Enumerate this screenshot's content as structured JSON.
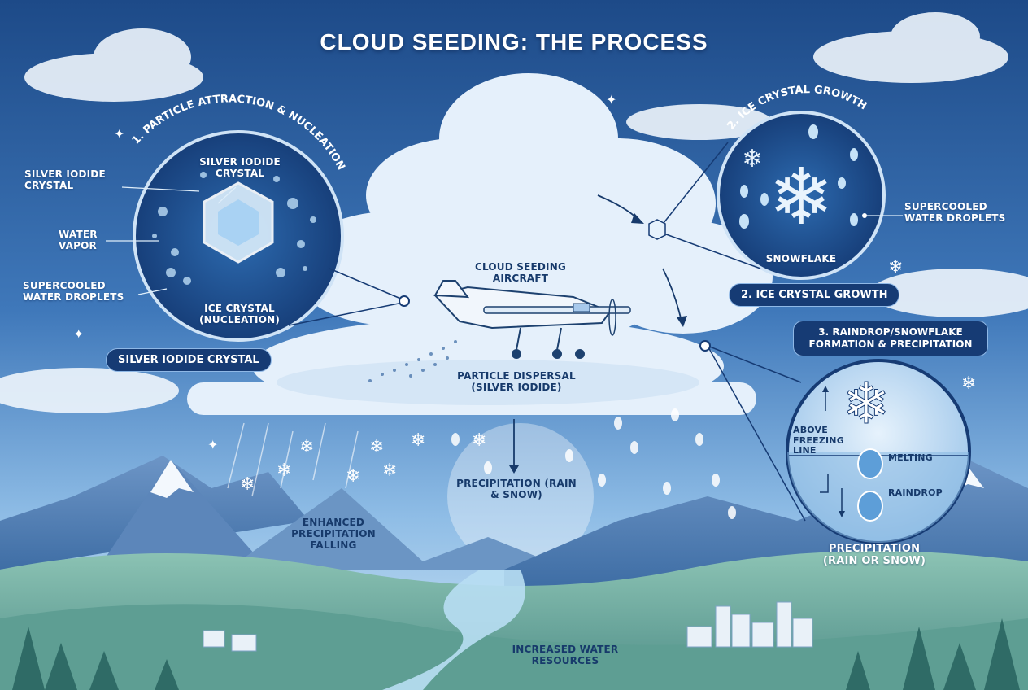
{
  "title": "CLOUD SEEDING: THE PROCESS",
  "step1": {
    "arc_title": "1. PARTICLE ATTRACTION & NUCLEATION",
    "silver_iodide_crystal_left": "SILVER IODIDE CRYSTAL",
    "silver_iodide_crystal_top": "SILVER IODIDE CRYSTAL",
    "water_vapor": "WATER VAPOR",
    "supercooled": "SUPERCOOLED WATER DROPLETS",
    "ice_crystal": "ICE CRYSTAL (NUCLEATION)",
    "badge": "SILVER IODIDE CRYSTAL"
  },
  "step2": {
    "arc_title": "2. ICE CRYSTAL GROWTH",
    "snowflake": "SNOWFLAKE",
    "supercooled": "SUPERCOOLED WATER DROPLETS",
    "badge": "2. ICE CRYSTAL GROWTH"
  },
  "step3": {
    "badge": "3. RAINDROP/SNOWFLAKE FORMATION & PRECIPITATION",
    "above_freezing": "ABOVE FREEZING LINE",
    "melting": "MELTING",
    "raindrop": "RAINDROP",
    "precip": "PRECIPITATION (RAIN or SNOW)"
  },
  "center": {
    "aircraft": "CLOUD SEEDING AIRCRAFT",
    "dispersal": "PARTICLE DISPERSAL (SILVER IODIDE)",
    "precipitation": "PRECIPITATION (RAIN & SNOW)",
    "enhanced": "ENHANCED PRECIPITATION FALLING",
    "water_resources": "INCREASED WATER RESOURCES"
  },
  "colors": {
    "sky_top": "#1f4f8f",
    "sky_mid": "#4f87c6",
    "cloud": "#e8f2fb",
    "badge": "#163b74",
    "mountain": "#5f86b8",
    "hills": "#7fb3a8"
  }
}
